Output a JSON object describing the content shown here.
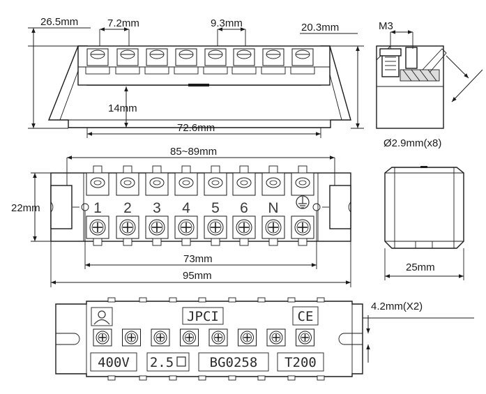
{
  "dimensions": {
    "top_width": "26.5mm",
    "pitch": "7.2mm",
    "gap": "9.3mm",
    "depth": "20.3mm",
    "screw": "M3",
    "height": "14mm",
    "inner_length": "72.6mm",
    "range": "85~89mm",
    "width": "22mm",
    "hole_span": "73mm",
    "total_length": "95mm",
    "side_width": "25mm",
    "wire_hole": "Ø2.9mm(x8)",
    "mount_hole": "4.2mm(X2)"
  },
  "terminals": [
    "1",
    "2",
    "3",
    "4",
    "5",
    "6",
    "N"
  ],
  "bottom_labels": {
    "brand": "JPCI",
    "mark": "CE",
    "voltage": "400V",
    "size": "2.5",
    "model": "BG0258",
    "temp": "T200"
  }
}
